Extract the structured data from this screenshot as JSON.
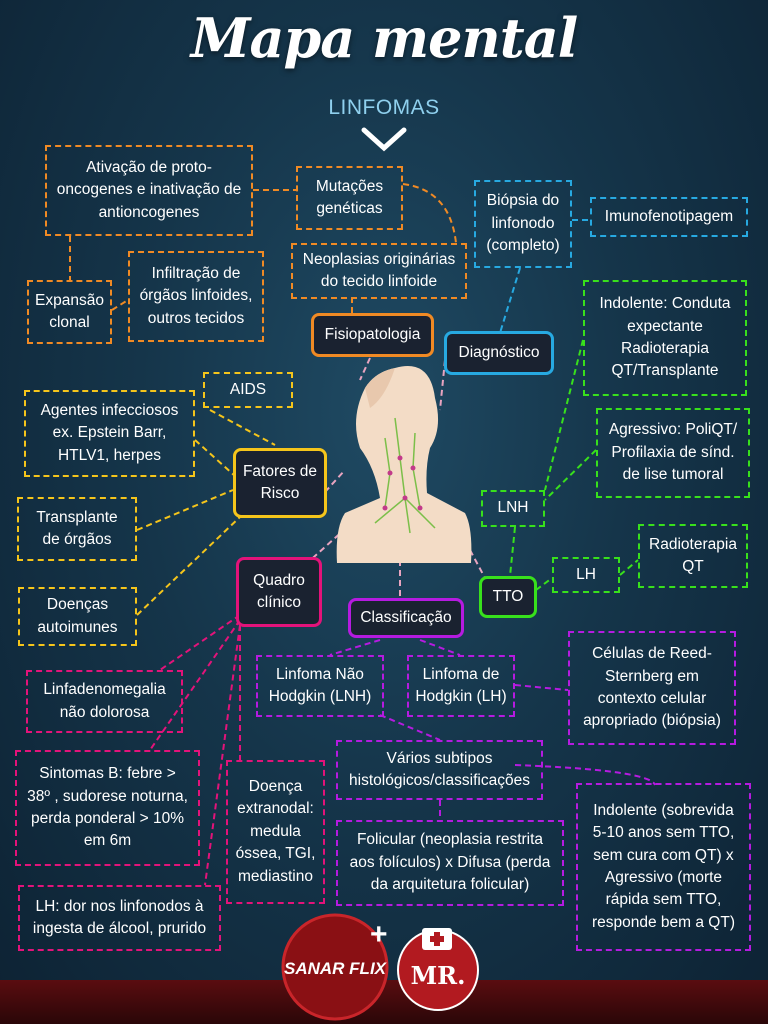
{
  "header": {
    "title": "Mapa mental",
    "subtitle": "LINFOMAS"
  },
  "hubs": {
    "fisiopatologia": "Fisiopatologia",
    "diagnostico": "Diagnóstico",
    "fatores_risco": "Fatores de\nRisco",
    "quadro_clinico": "Quadro\nclínico",
    "classificacao": "Classificação",
    "tto": "TTO"
  },
  "fisiopatologia": {
    "ativacao": "Ativação de proto-\noncogenes e inativação de\nantioncogenes",
    "mutacoes": "Mutações\ngenéticas",
    "neoplasias": "Neoplasias originárias\ndo tecido linfoide",
    "expansao": "Expansão\nclonal",
    "infiltracao": "Infiltração de\nórgãos linfoides,\noutros tecidos"
  },
  "diagnostico": {
    "biopsia": "Biópsia do\nlinfonodo\n(completo)",
    "imuno": "Imunofenotipagem"
  },
  "fatores_risco": {
    "aids": "AIDS",
    "agentes": "Agentes infecciosos\nex. Epstein Barr,\nHTLV1, herpes",
    "transplante": "Transplante\nde órgãos",
    "doencas": "Doenças\nautoimunes"
  },
  "tto": {
    "indolente": "Indolente: Conduta\nexpectante\nRadioterapia\nQT/Transplante",
    "agressivo": "Agressivo: PoliQT/\nProfilaxia de sínd.\nde lise tumoral",
    "lnh": "LNH",
    "lh": "LH",
    "radio": "Radioterapia\nQT"
  },
  "quadro_clinico": {
    "linfadenomegalia": "Linfadenomegalia\nnão dolorosa",
    "sintomas_b": "Sintomas B: febre >\n38º , sudorese noturna,\nperda ponderal > 10%\nem 6m",
    "extranodal": "Doença\nextranodal:\nmedula\nóssea, TGI,\nmediastino",
    "lh_dor": "LH: dor nos linfonodos à\ningesta de álcool, prurido"
  },
  "classificacao": {
    "lnh": "Linfoma Não\nHodgkin (LNH)",
    "lh": "Linfoma de\nHodgkin (LH)",
    "reed": "Células de Reed-\nSternberg em\ncontexto celular\napropriado (biópsia)",
    "subtipos": "Vários subtipos\nhistológicos/classificações",
    "folicular": "Folicular (neoplasia restrita\naos folículos) x Difusa (perda\nda arquitetura folicular)",
    "indolente": "Indolente (sobrevida\n5-10 anos sem TTO,\nsem cura com QT) x\nAgressivo (morte\nrápida sem TTO,\nresponde bem a QT)"
  },
  "footer": {
    "logo1": "SANAR FLIX",
    "plus": "+",
    "logo2": "MR."
  },
  "colors": {
    "orange": "#f08a24",
    "blue": "#27a9e1",
    "yellow": "#f5c51b",
    "green": "#38e01c",
    "magenta": "#e3137a",
    "purple": "#b51be0",
    "pink_connector": "#e9a4c0"
  }
}
